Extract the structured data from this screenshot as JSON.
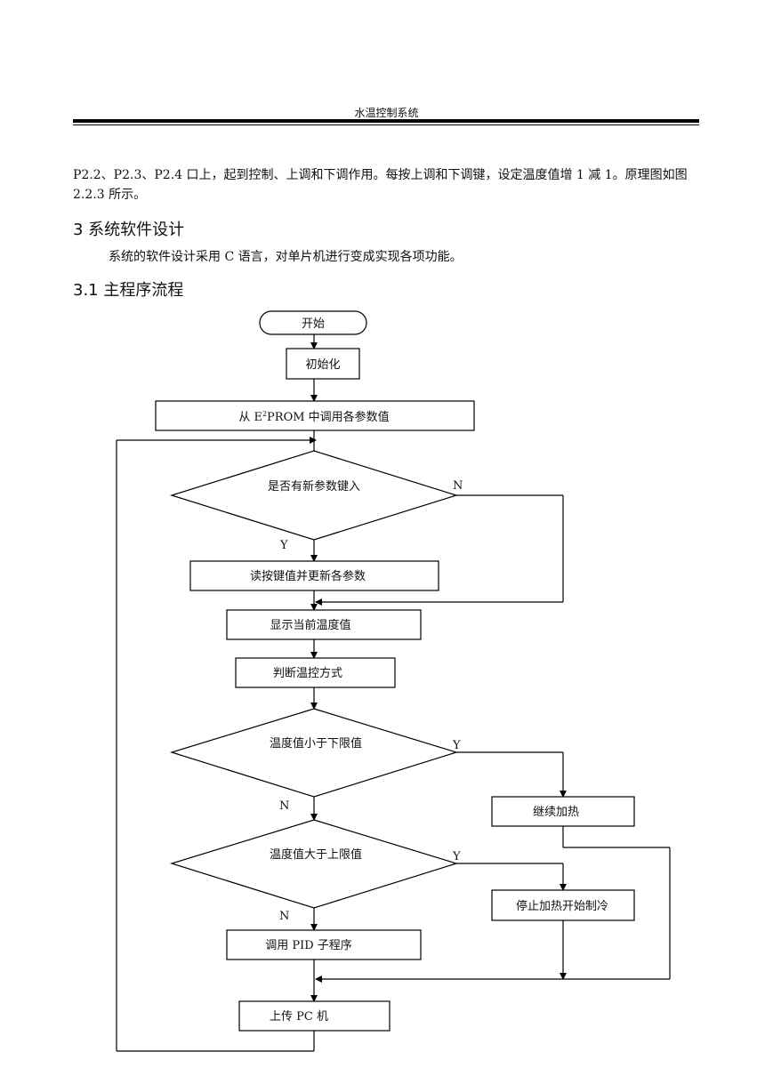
{
  "header": {
    "title": "水温控制系统"
  },
  "body": {
    "paragraph1": "P2.2、P2.3、P2.4 口上，起到控制、上调和下调作用。每按上调和下调键，设定温度值增 1 减 1。原理图如图 2.2.3 所示。",
    "section3_heading": "3 系统软件设计",
    "paragraph2": "系统的软件设计采用 C 语言，对单片机进行变成实现各项功能。",
    "section31_heading": "3.1 主程序流程"
  },
  "flowchart": {
    "start": "开始",
    "init": "初始化",
    "read_eeprom_pre": "从 E",
    "read_eeprom_sup": "2",
    "read_eeprom_post": "PROM 中调用各参数值",
    "check_key": "是否有新参数键入",
    "read_keys": "读按键值并更新各参数",
    "display_temp": "显示当前温度值",
    "judge_mode": "判断温控方式",
    "below_lower": "温度值小于下限值",
    "continue_heat": "继续加热",
    "above_upper": "温度值大于上限值",
    "stop_heat_cool": "停止加热开始制冷",
    "call_pid": "调用 PID 子程序",
    "upload_pc": "上传 PC 机",
    "label_yes": "Y",
    "label_no": "N"
  }
}
